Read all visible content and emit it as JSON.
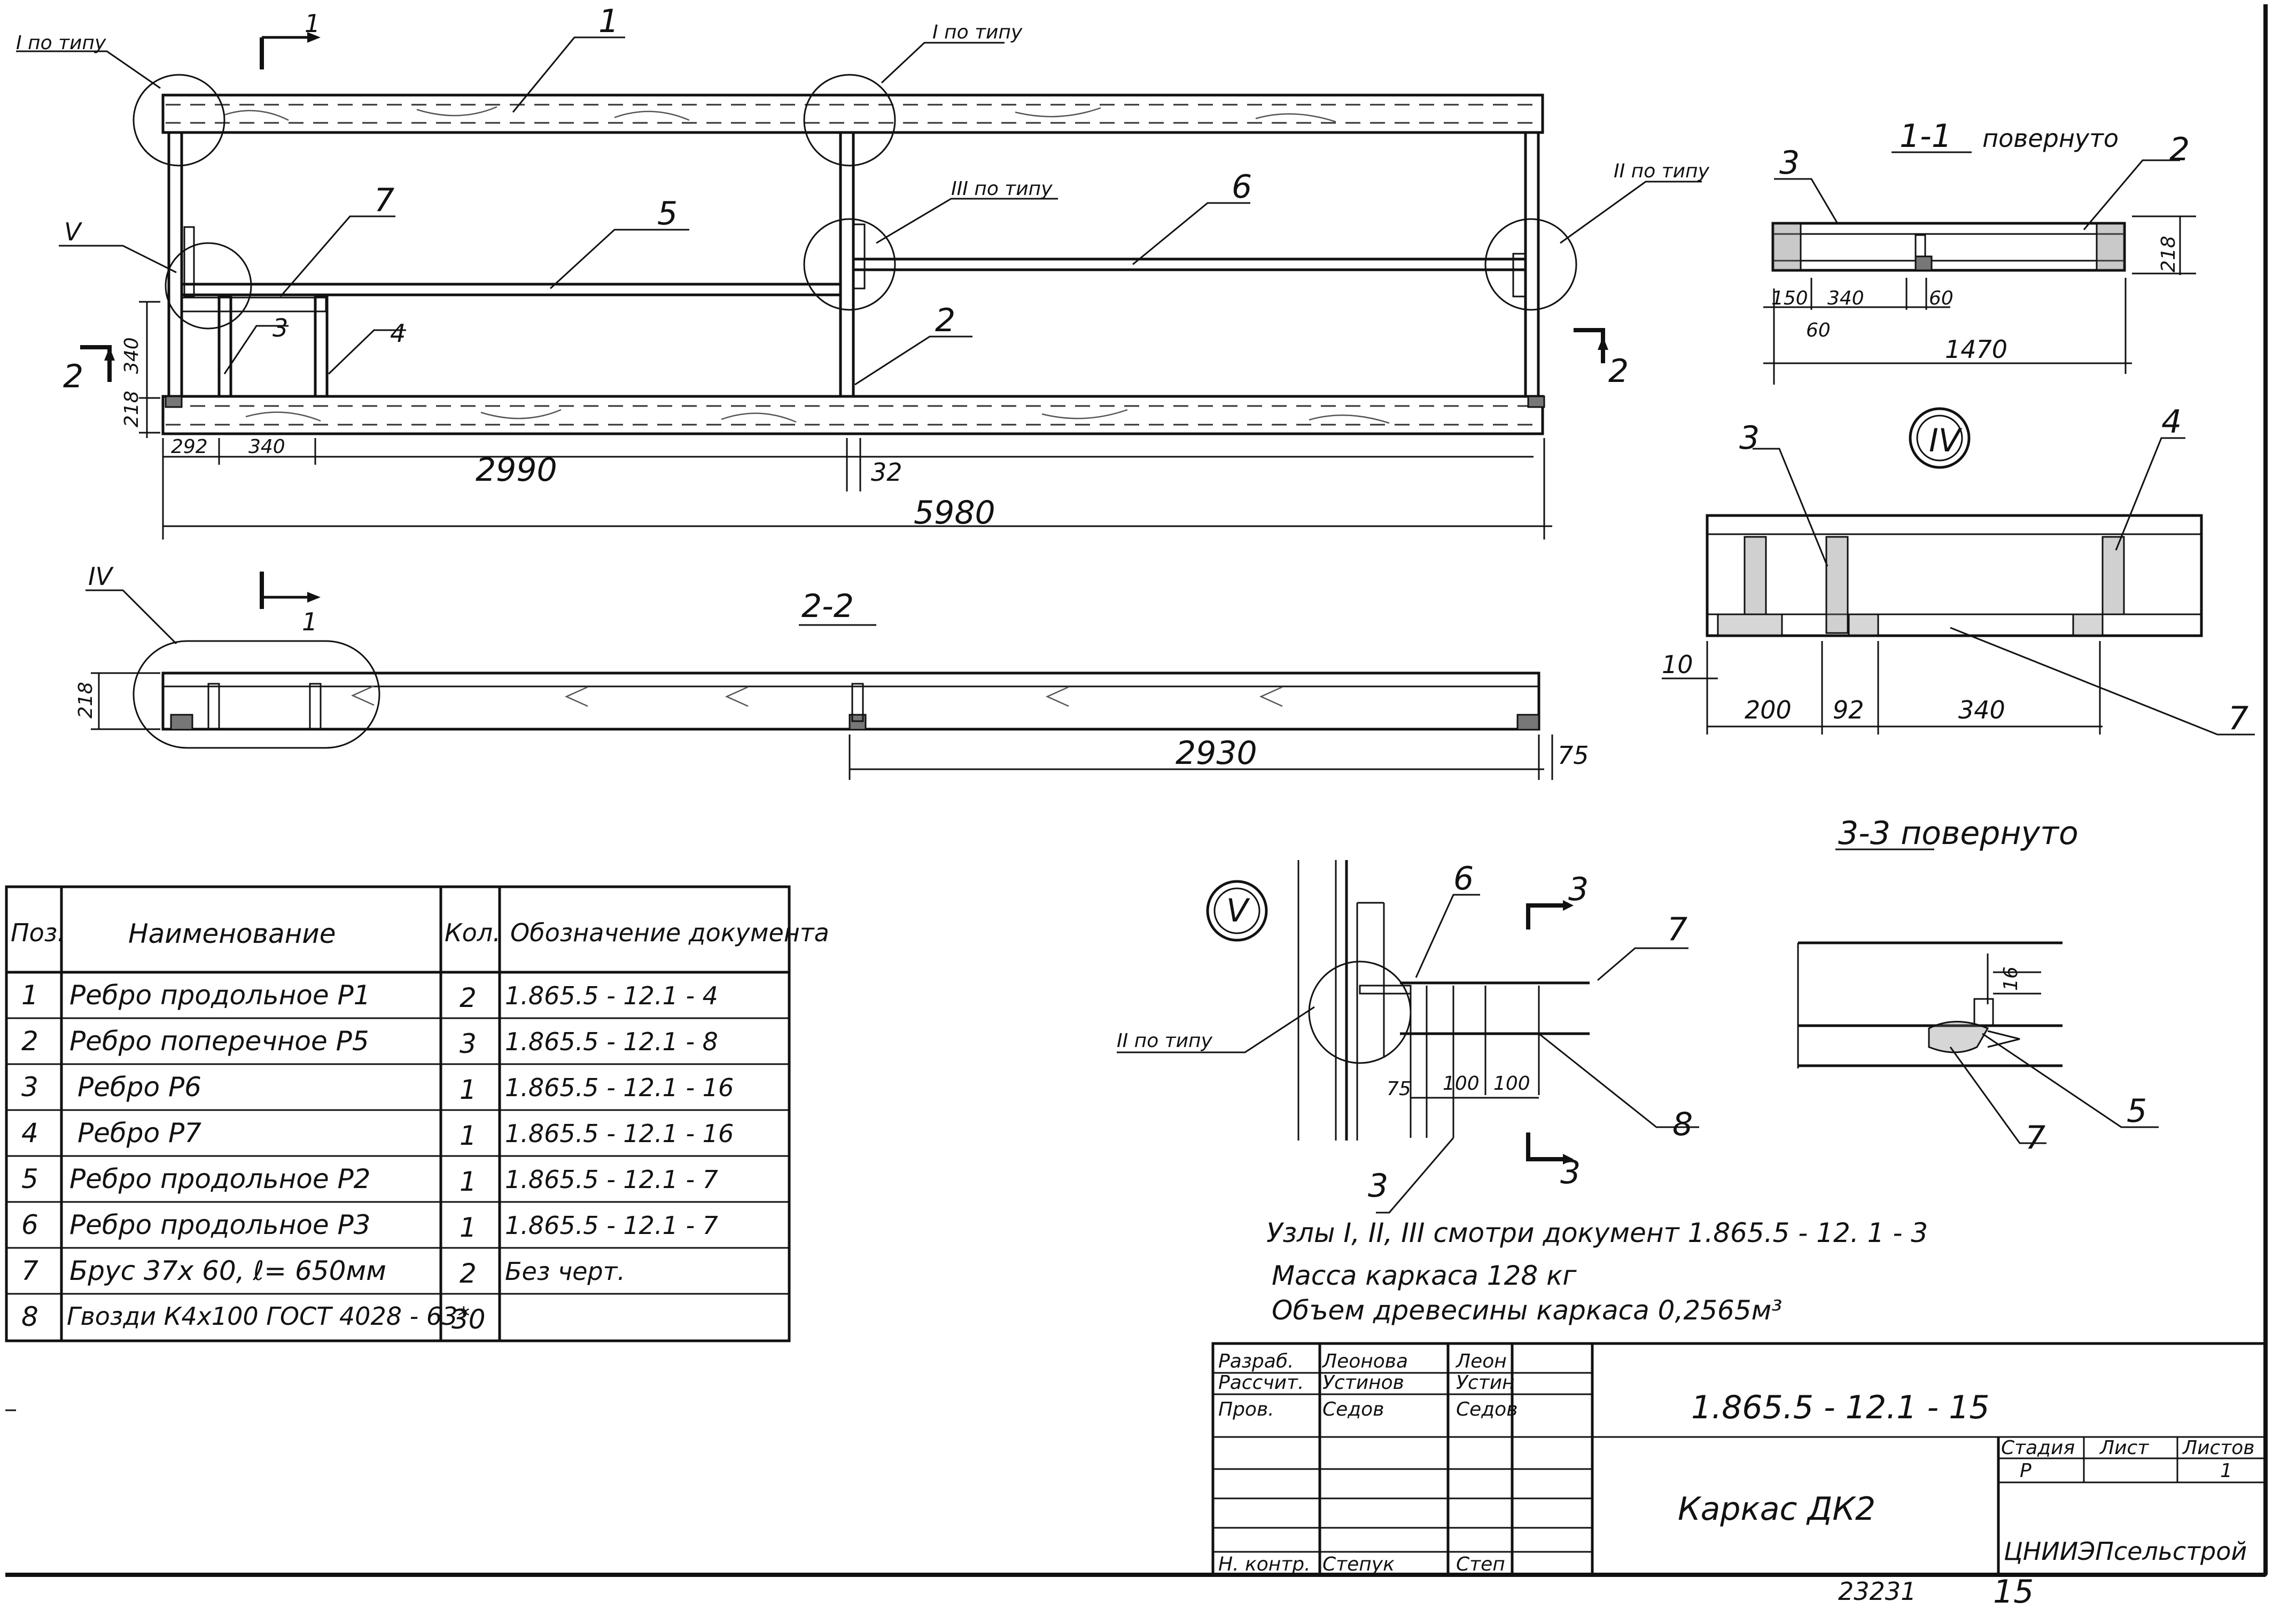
{
  "drawing": {
    "plan": {
      "node_I_top_left": "I по типу",
      "node_I_top_mid": "I по типу",
      "node_II_right": "II по типу",
      "node_III_mid": "III по типу",
      "node_V_left": "V",
      "section_mark": "1",
      "section2_mark": "2",
      "pos1": "1",
      "pos2": "2",
      "pos3": "3",
      "pos4": "4",
      "pos5": "5",
      "pos6": "6",
      "pos7": "7",
      "dim_340_vert": "340",
      "dim_218_vert": "218",
      "dim_292": "292",
      "dim_340": "340",
      "dim_2990": "2990",
      "dim_32": "32",
      "dim_5980": "5980"
    },
    "section22": {
      "title": "2-2",
      "node_IV": "IV",
      "section_mark": "1",
      "dim_218": "218",
      "dim_2930": "2930",
      "dim_75": "75"
    },
    "section11": {
      "title": "1-1",
      "title_suffix": "повернуто",
      "pos3": "3",
      "pos2": "2",
      "dim_218": "218",
      "dim_150": "150",
      "dim_340": "340",
      "dim_60": "60",
      "dim_60b": "60",
      "dim_1470": "1470"
    },
    "nodeIV": {
      "title": "IV",
      "pos3": "3",
      "pos4": "4",
      "pos7": "7",
      "dim_10": "10",
      "dim_200": "200",
      "dim_92": "92",
      "dim_340": "340"
    },
    "nodeV": {
      "title": "V",
      "note_II": "II по типу",
      "pos6": "6",
      "pos7": "7",
      "pos8": "8",
      "pos3": "3",
      "cut_mark_top": "3",
      "cut_mark_bottom": "3",
      "dim_75": "75",
      "dim_100a": "100",
      "dim_100b": "100"
    },
    "section33": {
      "title": "3-3 повернуто",
      "dim_16": "16",
      "pos5": "5",
      "pos7": "7"
    }
  },
  "spec_table": {
    "headers": {
      "pos": "Поз.",
      "name": "Наименование",
      "qty": "Кол.",
      "doc": "Обозначение документа"
    },
    "rows": [
      {
        "pos": "1",
        "name": "Ребро продольное Р1",
        "qty": "2",
        "doc": "1.865.5 - 12.1 - 4"
      },
      {
        "pos": "2",
        "name": "Ребро поперечное Р5",
        "qty": "3",
        "doc": "1.865.5 - 12.1 - 8"
      },
      {
        "pos": "3",
        "name": "Ребро Р6",
        "qty": "1",
        "doc": "1.865.5 - 12.1 - 16"
      },
      {
        "pos": "4",
        "name": "Ребро Р7",
        "qty": "1",
        "doc": "1.865.5 - 12.1 - 16"
      },
      {
        "pos": "5",
        "name": "Ребро продольное Р2",
        "qty": "1",
        "doc": "1.865.5 - 12.1 - 7"
      },
      {
        "pos": "6",
        "name": "Ребро продольное Р3",
        "qty": "1",
        "doc": "1.865.5 - 12.1 - 7"
      },
      {
        "pos": "7",
        "name": "Брус 37х 60, ℓ= 650мм",
        "qty": "2",
        "doc": "Без черт."
      },
      {
        "pos": "8",
        "name": "Гвозди К4х100 ГОСТ 4028 - 63*",
        "qty": "30",
        "doc": ""
      }
    ]
  },
  "notes": {
    "line1": "Узлы I, II, III смотри документ 1.865.5 - 12. 1 - 3",
    "line2": "Масса каркаса 128 кг",
    "line3": "Объем древесины каркаса 0,2565м³"
  },
  "title_block": {
    "roles": [
      {
        "role": "Разраб.",
        "name": "Леонова",
        "signature": "Леон"
      },
      {
        "role": "Рассчит.",
        "name": "Устинов",
        "signature": "Устин"
      },
      {
        "role": "Пров.",
        "name": "Седов",
        "signature": "Седов"
      },
      {
        "role": "Н. контр.",
        "name": "Степук",
        "signature": "Степ"
      }
    ],
    "doc_code": "1.865.5 - 12.1 - 15",
    "title": "Каркас ДК2",
    "stage_label": "Стадия",
    "sheet_label": "Лист",
    "sheets_label": "Листов",
    "stage": "Р",
    "sheet": "",
    "sheets": "1",
    "org": "ЦНИИЭПсельстрой"
  },
  "footer": {
    "inventory": "23231",
    "page": "15"
  }
}
